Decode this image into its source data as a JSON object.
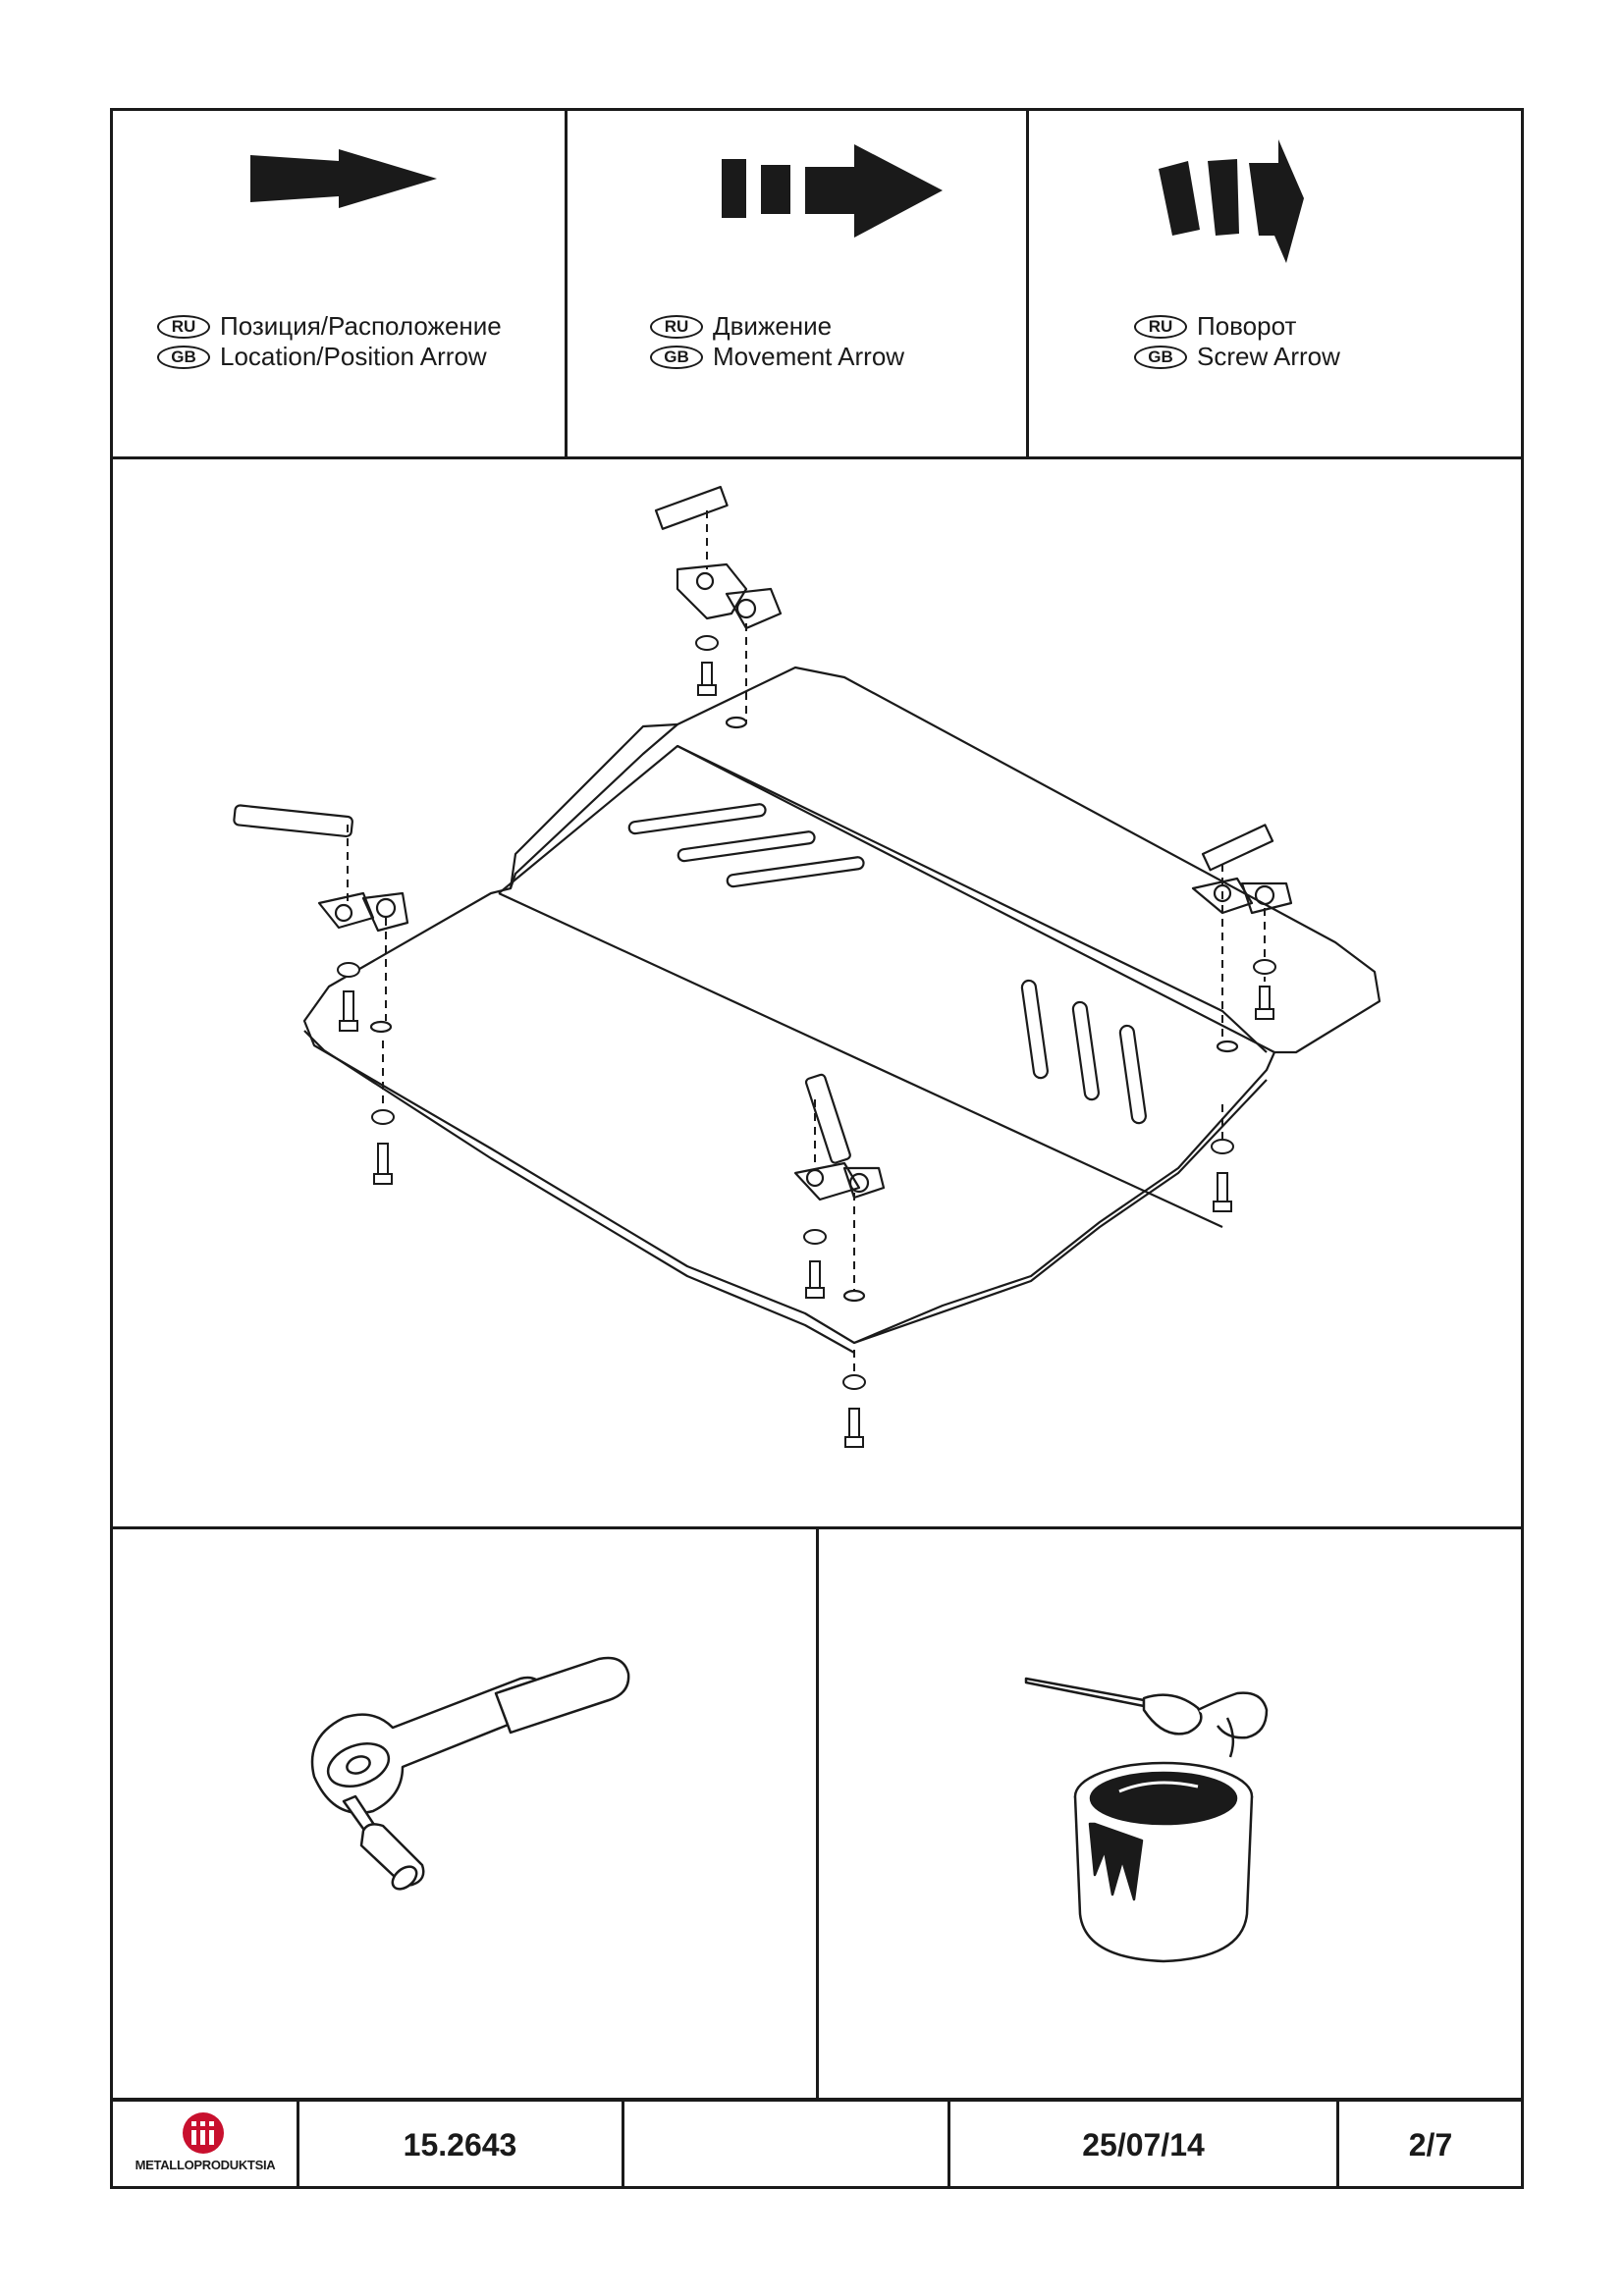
{
  "legend": [
    {
      "ru_badge": "RU",
      "gb_badge": "GB",
      "ru": "Позиция/Расположение",
      "gb": "Location/Position Arrow",
      "icon": "solid-arrow-icon"
    },
    {
      "ru_badge": "RU",
      "gb_badge": "GB",
      "ru": "Движение",
      "gb": "Movement Arrow",
      "icon": "dashed-arrow-icon"
    },
    {
      "ru_badge": "RU",
      "gb_badge": "GB",
      "ru": "Поворот",
      "gb": "Screw Arrow",
      "icon": "curved-arrow-icon"
    }
  ],
  "diagram": {
    "icon": "skid-plate-assembly-diagram"
  },
  "tools": [
    {
      "icon": "ratchet-wrench-icon"
    },
    {
      "icon": "paint-brush-and-can-icon"
    }
  ],
  "footer": {
    "logo_text": "METALLOPRODUKTSIA",
    "logo_icon": "metalloproduktsia-logo-icon",
    "part_number": "15.2643",
    "blank": "",
    "date": "25/07/14",
    "page": "2/7"
  },
  "colors": {
    "ink": "#1a1a1a",
    "logo_red": "#c8102e",
    "paper": "#ffffff"
  }
}
